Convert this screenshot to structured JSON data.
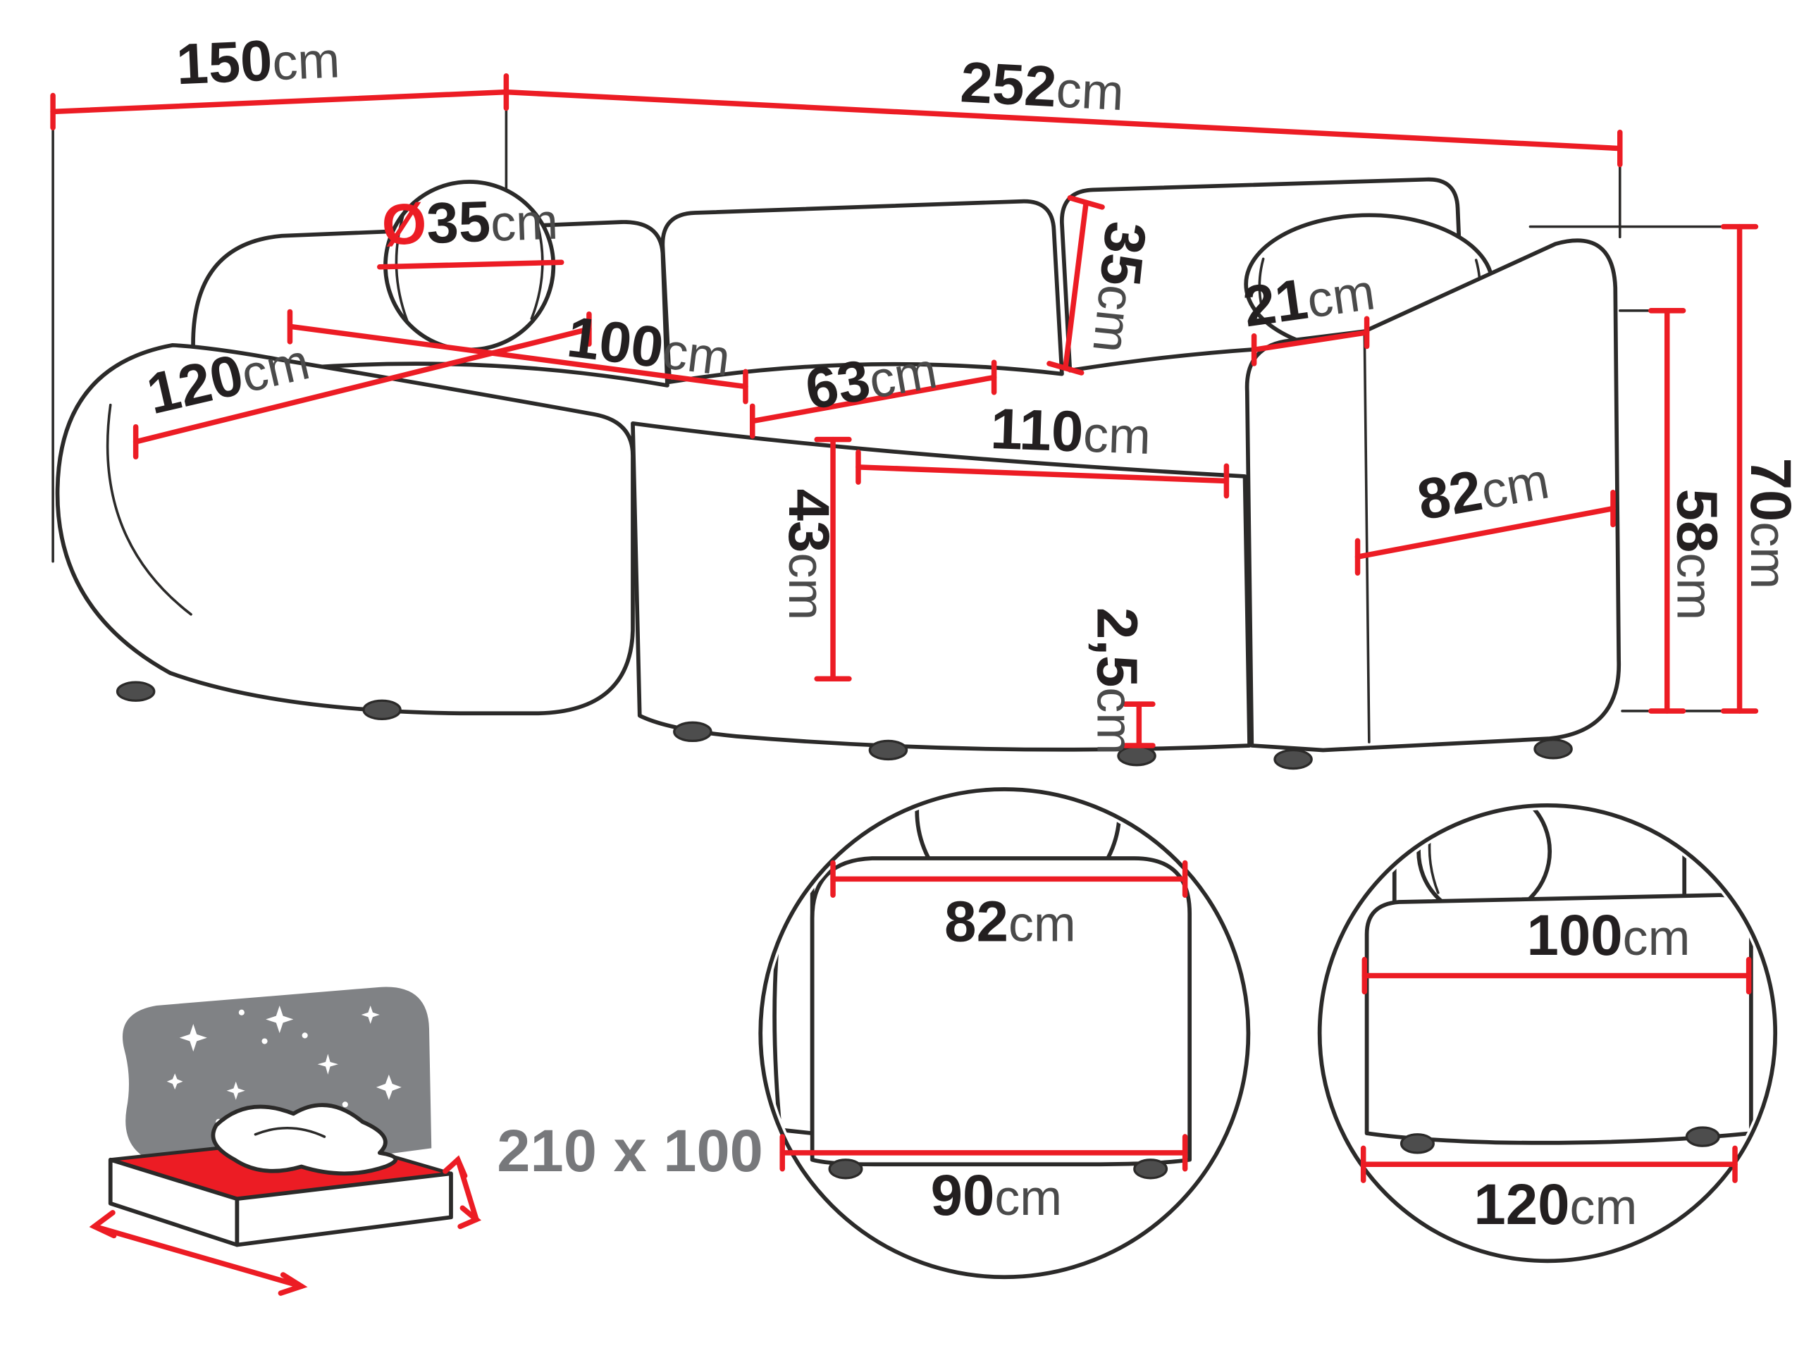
{
  "diagram": {
    "type": "furniture-dimension-diagram",
    "subject": "corner sofa with chaise and sleeping function"
  },
  "labels": {
    "unit": "cm",
    "overall_depth": "150",
    "overall_width": "252",
    "diameter_prefix": "Ø",
    "cushion_diameter": "35",
    "back_cushion_height": "35",
    "armrest_top_width": "21",
    "chaise_seat_width": "120",
    "chaise_depth": "100",
    "seat_depth": "63",
    "seat_width": "110",
    "armrest_length": "82",
    "seat_height": "43",
    "total_height": "70",
    "armrest_height": "58",
    "leg_height": "2,5",
    "detail_armrest_top": "82",
    "detail_armrest_bottom": "90",
    "detail_chaise_top": "100",
    "detail_chaise_bottom": "120",
    "sleeping_area": "210 x 100"
  },
  "colors": {
    "dimension_red": "#ec1c24",
    "outline_black": "#2b2a29",
    "headboard_grey": "#808285",
    "label_grey": "#77787b",
    "background": "#ffffff"
  }
}
